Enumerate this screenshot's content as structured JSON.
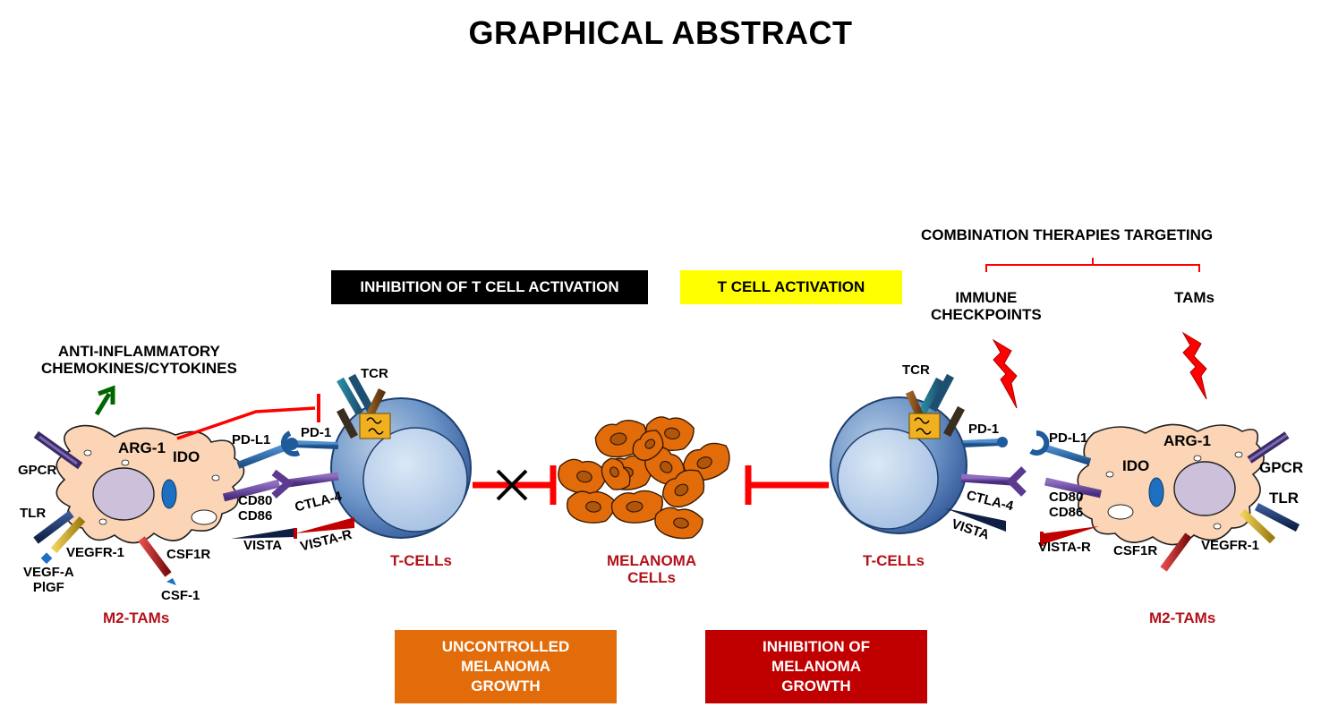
{
  "title": "GRAPHICAL ABSTRACT",
  "header_boxes": {
    "inhibition_activation": "INHIBITION OF T CELL ACTIVATION",
    "activation": "T CELL ACTIVATION"
  },
  "combination": {
    "heading": "COMBINATION THERAPIES TARGETING",
    "immune_checkpoints": "IMMUNE\nCHECKPOINTS",
    "tams": "TAMs"
  },
  "left_tam": {
    "anti_inflammatory": "ANTI-INFLAMMATORY\nCHEMOKINES/CYTOKINES",
    "arg1": "ARG-1",
    "ido": "IDO",
    "gpcr": "GPCR",
    "tlr": "TLR",
    "vegfr1": "VEGFR-1",
    "vegfa_pigf": "VEGF-A\nPlGF",
    "csf1r": "CSF1R",
    "csf1": "CSF-1",
    "pdl1": "PD-L1",
    "cd80_cd86": "CD80\nCD86",
    "vista": "VISTA",
    "cell_label": "M2-TAMs"
  },
  "left_tcell": {
    "tcr": "TCR",
    "pd1": "PD-1",
    "ctla4": "CTLA-4",
    "vista_r": "VISTA-R",
    "cell_label": "T-CELLs"
  },
  "melanoma": {
    "label": "MELANOMA\nCELLs"
  },
  "right_tcell": {
    "tcr": "TCR",
    "pd1": "PD-1",
    "ctla4": "CTLA-4",
    "vista": "VISTA",
    "cell_label": "T-CELLs"
  },
  "right_tam": {
    "pdl1": "PD-L1",
    "arg1": "ARG-1",
    "ido": "IDO",
    "gpcr": "GPCR",
    "tlr": "TLR",
    "cd80_cd86": "CD80\nCD86",
    "vista_r": "VISTA-R",
    "csf1r": "CSF1R",
    "vegfr1": "VEGFR-1",
    "cell_label": "M2-TAMs"
  },
  "outcomes": {
    "uncontrolled": "UNCONTROLLED\nMELANOMA\nGROWTH",
    "inhibition": "INHIBITION OF\nMELANOMA\nGROWTH"
  },
  "colors": {
    "tam_fill": "#fbd5b5",
    "nucleus": "#ccc0da",
    "tcell": "#4f81bd",
    "melanoma": "#e36c0a",
    "inhibit_red": "#ff0000",
    "arrow_green": "#006600",
    "uncontrolled_box": "#e36c0a",
    "inhibition_box": "#c00000",
    "activation_box": "#ffff00"
  }
}
